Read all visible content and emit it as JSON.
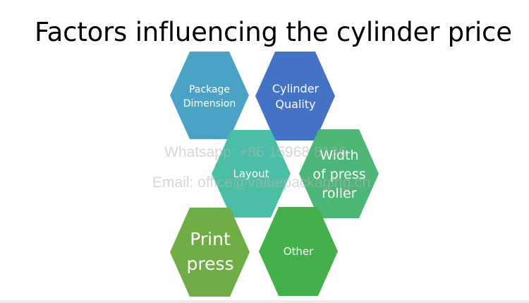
{
  "title": "Factors influencing the cylinder price",
  "hexagons": [
    {
      "id": "package-dimension",
      "lines": [
        "Package",
        "Dimension"
      ],
      "color": "#4aa3c4"
    },
    {
      "id": "cylinder-quality",
      "lines": [
        "Cylinder",
        "Quality"
      ],
      "color": "#4472c4"
    },
    {
      "id": "layout",
      "lines": [
        "Layout"
      ],
      "color": "#4bbfa6"
    },
    {
      "id": "width-of-press-roller",
      "lines": [
        "Width",
        "of press",
        "roller"
      ],
      "color": "#4bb676"
    },
    {
      "id": "print-press",
      "lines": [
        "Print",
        "press"
      ],
      "color": "#70ad47"
    },
    {
      "id": "other",
      "lines": [
        "Other"
      ],
      "color": "#43b04a"
    }
  ],
  "watermark": {
    "line1": "Whatsapp: +86 15968 8136",
    "line2": "Email: office@valuepackaging.cn"
  }
}
